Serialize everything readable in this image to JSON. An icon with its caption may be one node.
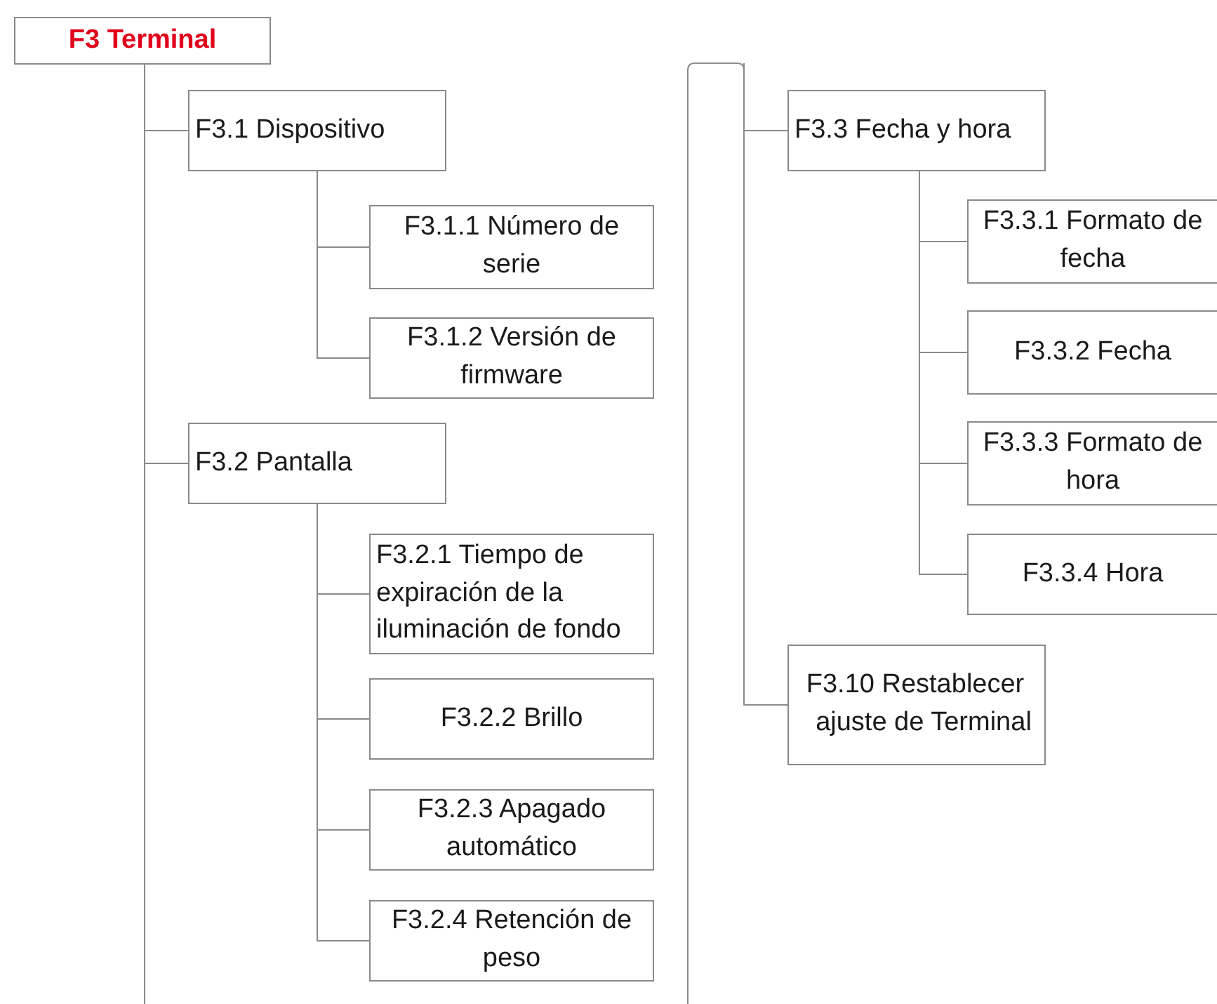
{
  "diagram": {
    "nodes": [
      {
        "text": [
          "F3 Terminal"
        ]
      },
      {
        "text": [
          "F3.1 Dispositivo"
        ]
      },
      {
        "text": [
          "F3.1.1 Número de serie"
        ]
      },
      {
        "text": [
          "F3.1.2 Versión de firmware"
        ]
      },
      {
        "text": [
          "F3.2 Pantalla"
        ]
      },
      {
        "text": [
          "F3.2.1 Tiempo de expiración de la iluminación de fondo"
        ]
      },
      {
        "text": [
          "F3.2.2 Brillo"
        ]
      },
      {
        "text": [
          "F3.2.3 Apagado automático"
        ]
      },
      {
        "text": [
          "F3.2.4 Retención de peso"
        ]
      },
      {
        "text": [
          "F3.3 Fecha y hora"
        ]
      },
      {
        "text": [
          "F3.3.1 Formato de fecha"
        ]
      },
      {
        "text": [
          "F3.3.2 Fecha"
        ]
      },
      {
        "text": [
          "F3.3.3 Formato de hora"
        ]
      },
      {
        "text": [
          "F3.3.4 Hora"
        ]
      },
      {
        "text": [
          "F3.10 Restablecer ajuste de Terminal"
        ]
      }
    ],
    "edges": [
      {
        "from": 0,
        "to": 1,
        "arrow": "none"
      },
      {
        "from": 0,
        "to": 4,
        "arrow": "none"
      },
      {
        "from": 1,
        "to": 2,
        "arrow": "none"
      },
      {
        "from": 1,
        "to": 3,
        "arrow": "none"
      },
      {
        "from": 4,
        "to": 5,
        "arrow": "none"
      },
      {
        "from": 4,
        "to": 6,
        "arrow": "none"
      },
      {
        "from": 4,
        "to": 7,
        "arrow": "none"
      },
      {
        "from": 4,
        "to": 8,
        "arrow": "none"
      },
      {
        "from": null,
        "to": 9,
        "arrow": "none"
      },
      {
        "from": 9,
        "to": 10,
        "arrow": "none"
      },
      {
        "from": 9,
        "to": 11,
        "arrow": "none"
      },
      {
        "from": 9,
        "to": 12,
        "arrow": "none"
      },
      {
        "from": 9,
        "to": 13,
        "arrow": "none"
      },
      {
        "from": null,
        "to": 14,
        "arrow": "none"
      }
    ]
  }
}
